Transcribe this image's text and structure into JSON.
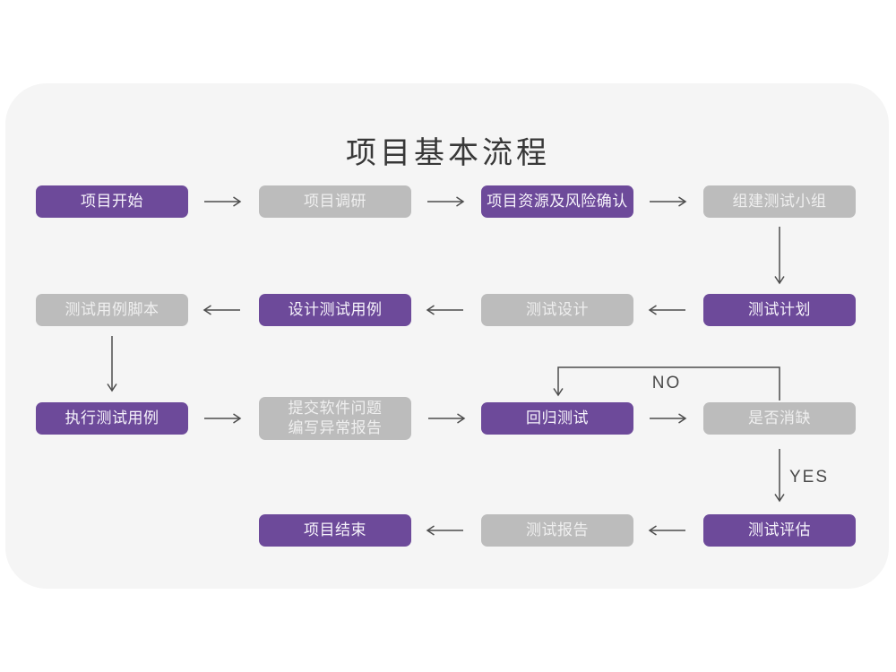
{
  "title": "项目基本流程",
  "diagram": {
    "colors": {
      "card_background": "#f5f5f5",
      "page_background": "#ffffff",
      "node_purple": "#6d4a9a",
      "node_gray": "#bcbcbc",
      "node_text": "#f2f2f2",
      "arrow": "#4d4d4d",
      "title_text": "#383838"
    },
    "nodes": {
      "start": {
        "label": "项目开始",
        "kind": "purple"
      },
      "research": {
        "label": "项目调研",
        "kind": "gray"
      },
      "risk": {
        "label": "项目资源及风险确认",
        "kind": "purple"
      },
      "team": {
        "label": "组建测试小组",
        "kind": "gray"
      },
      "plan": {
        "label": "测试计划",
        "kind": "purple"
      },
      "design": {
        "label": "测试设计",
        "kind": "gray"
      },
      "casedesign": {
        "label": "设计测试用例",
        "kind": "purple"
      },
      "script": {
        "label": "测试用例脚本",
        "kind": "gray"
      },
      "execute": {
        "label": "执行测试用例",
        "kind": "purple"
      },
      "issue": {
        "label": "提交软件问题\n编写异常报告",
        "kind": "gray"
      },
      "regression": {
        "label": "回归测试",
        "kind": "purple"
      },
      "defect": {
        "label": "是否消缺",
        "kind": "gray"
      },
      "evaluate": {
        "label": "测试评估",
        "kind": "purple"
      },
      "report": {
        "label": "测试报告",
        "kind": "gray"
      },
      "end": {
        "label": "项目结束",
        "kind": "purple"
      }
    },
    "edges": [
      {
        "from": "start",
        "to": "research"
      },
      {
        "from": "research",
        "to": "risk"
      },
      {
        "from": "risk",
        "to": "team"
      },
      {
        "from": "team",
        "to": "plan"
      },
      {
        "from": "plan",
        "to": "design"
      },
      {
        "from": "design",
        "to": "casedesign"
      },
      {
        "from": "casedesign",
        "to": "script"
      },
      {
        "from": "script",
        "to": "execute"
      },
      {
        "from": "execute",
        "to": "issue"
      },
      {
        "from": "issue",
        "to": "regression"
      },
      {
        "from": "regression",
        "to": "defect"
      },
      {
        "from": "defect",
        "to": "regression",
        "label": "NO"
      },
      {
        "from": "defect",
        "to": "evaluate",
        "label": "YES"
      },
      {
        "from": "evaluate",
        "to": "report"
      },
      {
        "from": "report",
        "to": "end"
      }
    ],
    "edge_labels": {
      "no": "NO",
      "yes": "YES"
    }
  }
}
